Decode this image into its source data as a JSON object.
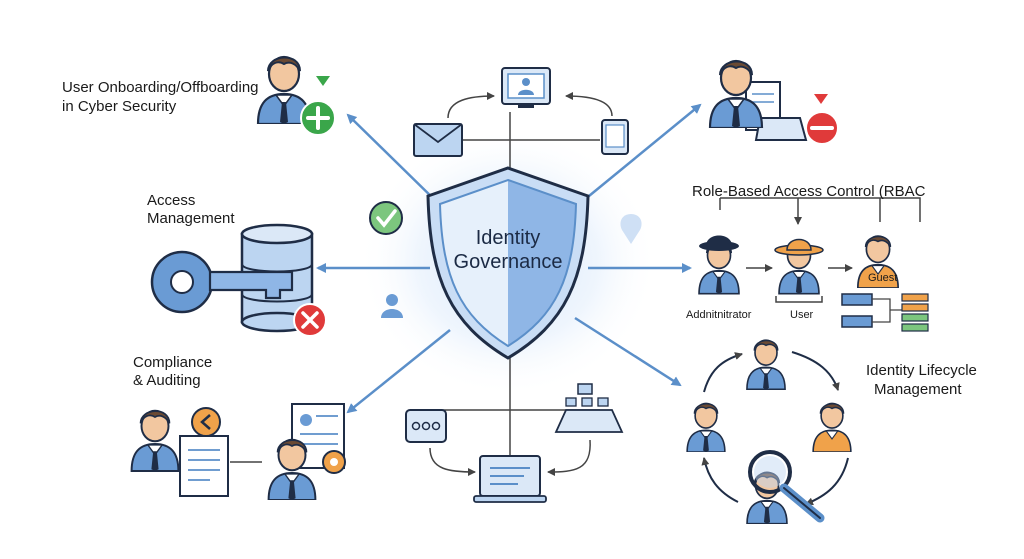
{
  "center": {
    "title_line1": "Identity",
    "title_line2": "Governance"
  },
  "sections": {
    "onboarding": {
      "line1": "User Onboarding/Offboarding",
      "line2": "in Cyber Security"
    },
    "access": {
      "line1": "Access",
      "line2": "Management"
    },
    "compliance": {
      "line1": "Compliance",
      "line2": "& Auditing"
    },
    "rbac": {
      "title": "Role-Based Access Control (RBAC",
      "admin": "Addnitnitrator",
      "user": "User",
      "guest": "Guest"
    },
    "lifecycle": {
      "line1": "Identity Lifecycle",
      "line2": "Management"
    }
  },
  "icons": {
    "onboard_add": "plus-badge-icon",
    "offboard_remove": "minus-badge-icon",
    "access_denied": "x-badge-icon",
    "approved": "check-badge-icon"
  },
  "colors": {
    "primary": "#5b8fc9",
    "shield": "#8fb6e6",
    "green": "#3aa64a",
    "red": "#e03a3a",
    "orange": "#f0a24a",
    "line": "#4a4a4a"
  }
}
